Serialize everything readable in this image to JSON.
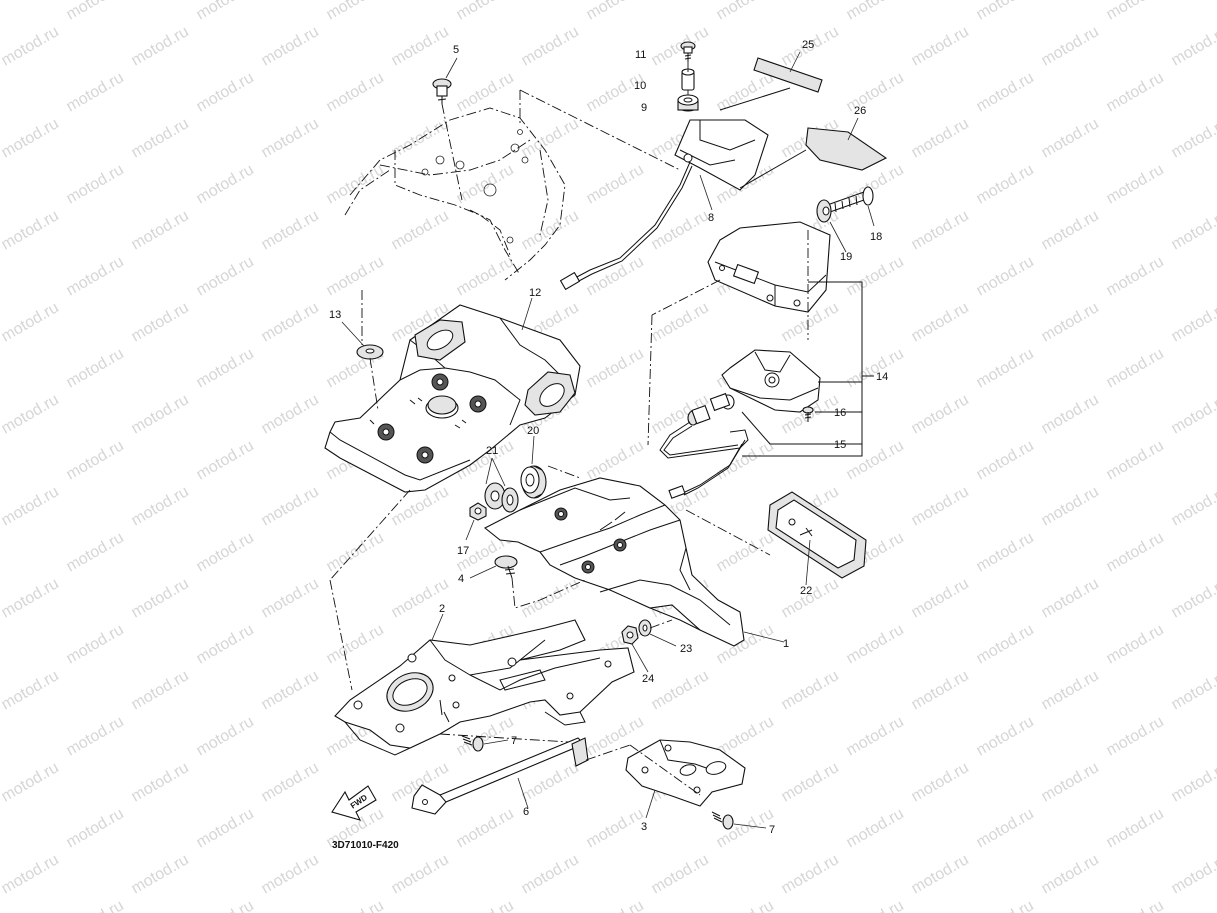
{
  "diagram": {
    "code": "3D71010-F420",
    "fwd_label": "FWD",
    "watermark": "motod.ru",
    "parts": [
      "1",
      "2",
      "3",
      "4",
      "5",
      "6",
      "7",
      "8",
      "9",
      "10",
      "11",
      "12",
      "13",
      "14",
      "15",
      "16",
      "17",
      "18",
      "19",
      "20",
      "21",
      "22",
      "23",
      "24",
      "25",
      "26"
    ],
    "labels": {
      "p1": "1",
      "p2": "2",
      "p3": "3",
      "p4": "4",
      "p5": "5",
      "p6": "6",
      "p7a": "7",
      "p7b": "7",
      "p8": "8",
      "p9": "9",
      "p10": "10",
      "p11": "11",
      "p12": "12",
      "p13": "13",
      "p14": "14",
      "p15": "15",
      "p16": "16",
      "p17": "17",
      "p18": "18",
      "p19": "19",
      "p20": "20",
      "p21": "21",
      "p22": "22",
      "p23": "23",
      "p24": "24",
      "p25": "25",
      "p26": "26"
    }
  }
}
